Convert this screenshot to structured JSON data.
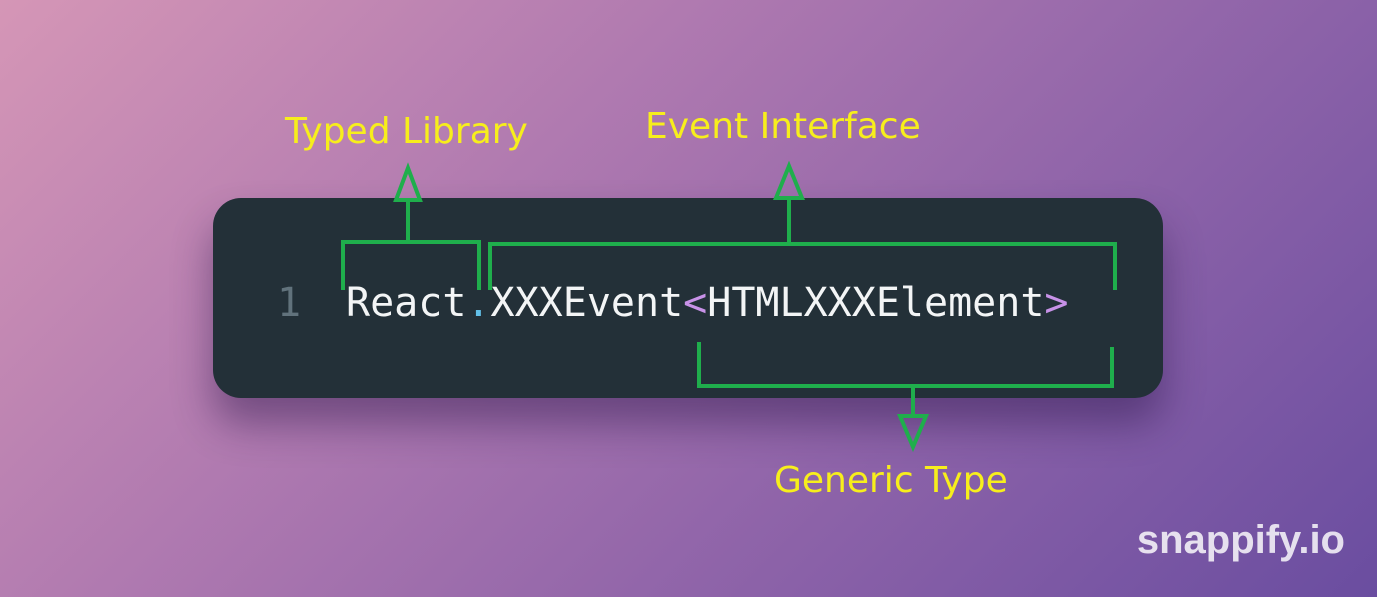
{
  "code": {
    "line_number": "1",
    "tokens": {
      "library": "React",
      "dot": ".",
      "event": "XXXEvent",
      "open_bracket": "<",
      "element": "HTMLXXXElement",
      "close_bracket": ">"
    },
    "colors": {
      "background": "#233038",
      "text": "#f3f5f6",
      "dot": "#62c0e8",
      "bracket": "#c892e8",
      "line_number": "#61727c"
    }
  },
  "annotations": {
    "typed_library": "Typed Library",
    "event_interface": "Event Interface",
    "generic_type": "Generic Type",
    "color": "#f7ee1c",
    "bracket_color": "#1fae4c"
  },
  "watermark": "snappify.io"
}
